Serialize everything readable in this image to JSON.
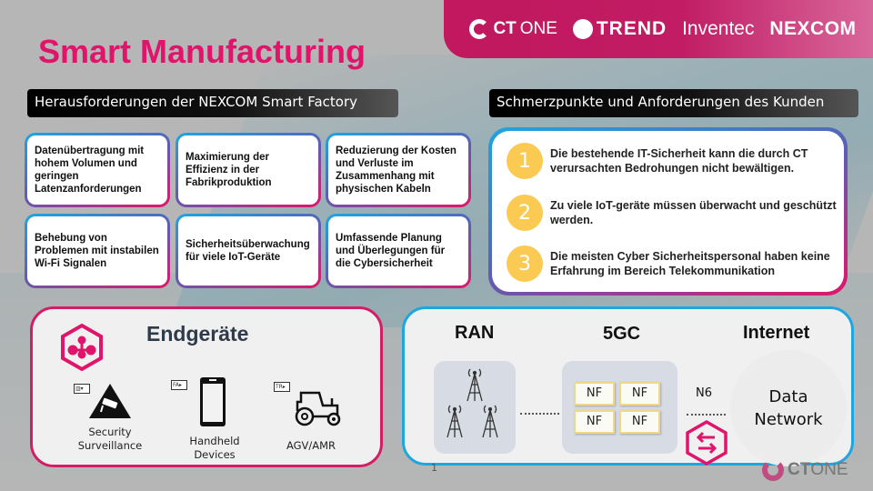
{
  "header": {
    "title": "Smart Manufacturing",
    "logos": [
      {
        "name": "CTONE",
        "prefix": "CT",
        "suffix": "ONE"
      },
      {
        "name": "TREND"
      },
      {
        "name": "Inventec"
      },
      {
        "name": "NEXCOM"
      }
    ]
  },
  "sections": {
    "challenges_title": "Herausforderungen der NEXCOM Smart Factory",
    "pain_points_title": "Schmerzpunkte und Anforderungen des Kunden"
  },
  "challenges": [
    "Datenübertragung mit hohem Volumen und geringen Latenzanforderungen",
    "Maximierung der Effizienz in der Fabrikproduktion",
    "Reduzierung der Kosten und Verluste im Zusammenhang mit physischen Kabeln",
    "Behebung von Problemen mit instabilen Wi-Fi Signalen",
    "Sicherheitsüberwachung für viele IoT-Geräte",
    "Umfassende Planung und Überlegungen für die Cybersicherheit"
  ],
  "pain_points": [
    {
      "number": "1",
      "text": "Die bestehende IT-Sicherheit kann die durch CT verursachten Bedrohungen nicht bewältigen."
    },
    {
      "number": "2",
      "text": "Zu viele IoT-geräte müssen überwacht und geschützt werden."
    },
    {
      "number": "3",
      "text": "Die meisten Cyber Sicherheitspersonal haben keine Erfahrung im Bereich Telekommunikation"
    }
  ],
  "devices": {
    "title": "Endgeräte",
    "items": [
      {
        "label": "Security Surveillance",
        "icon": "camera-warning-icon"
      },
      {
        "label": "Handheld Devices",
        "icon": "smartphone-icon"
      },
      {
        "label": "AGV/AMR",
        "icon": "tractor-icon"
      }
    ]
  },
  "network": {
    "ran_label": "RAN",
    "core_label": "5GC",
    "internet_label": "Internet",
    "nf_labels": [
      "NF",
      "NF",
      "NF",
      "NF"
    ],
    "n6_label": "N6",
    "data_network_label": "Data Network"
  },
  "footer": {
    "page_number": "1",
    "logo": {
      "prefix": "CT",
      "suffix": "ONE"
    }
  },
  "colors": {
    "brand_magenta": "#e0146a",
    "accent_blue": "#1ea6e0",
    "badge_yellow": "#fbca52"
  }
}
